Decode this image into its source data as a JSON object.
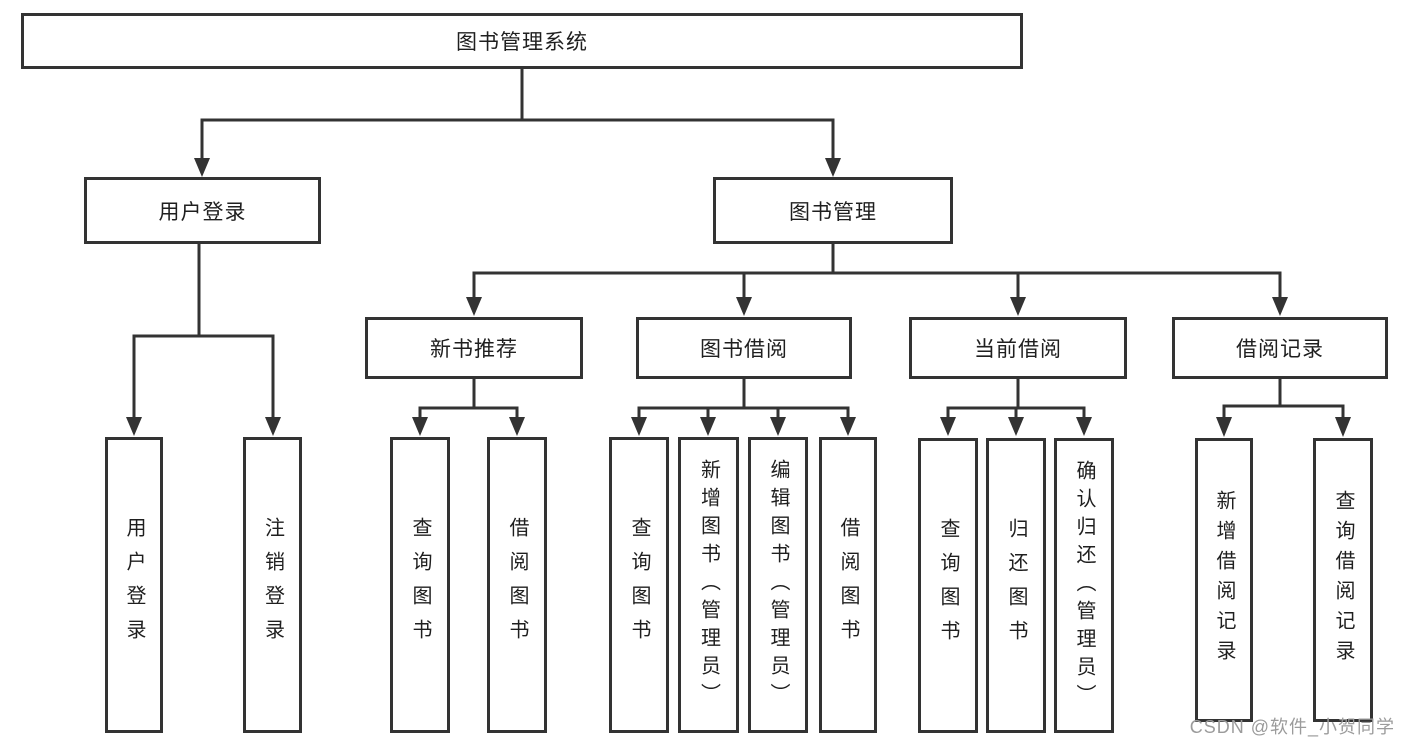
{
  "diagram_type": "hierarchy-tree",
  "tree": {
    "root": {
      "label": "图书管理系统"
    },
    "user_login": {
      "label": "用户登录",
      "children": [
        {
          "label": "用户登录"
        },
        {
          "label": "注销登录"
        }
      ]
    },
    "book_mgmt": {
      "label": "图书管理",
      "children": [
        {
          "label": "新书推荐",
          "children": [
            {
              "label": "查询图书"
            },
            {
              "label": "借阅图书"
            }
          ]
        },
        {
          "label": "图书借阅",
          "children": [
            {
              "label": "查询图书"
            },
            {
              "label": "新增图书（管理员）"
            },
            {
              "label": "编辑图书（管理员）"
            },
            {
              "label": "借阅图书"
            }
          ]
        },
        {
          "label": "当前借阅",
          "children": [
            {
              "label": "查询图书"
            },
            {
              "label": "归还图书"
            },
            {
              "label": "确认归还（管理员）"
            }
          ]
        },
        {
          "label": "借阅记录",
          "children": [
            {
              "label": "新增借阅记录"
            },
            {
              "label": "查询借阅记录"
            }
          ]
        }
      ]
    }
  },
  "watermark": {
    "text": "CSDN @软件_小贺同学"
  },
  "colors": {
    "line": "#333333",
    "box_border": "#333333",
    "text": "#1f1f1f",
    "background": "#ffffff",
    "watermark": "#9b9b9b"
  }
}
